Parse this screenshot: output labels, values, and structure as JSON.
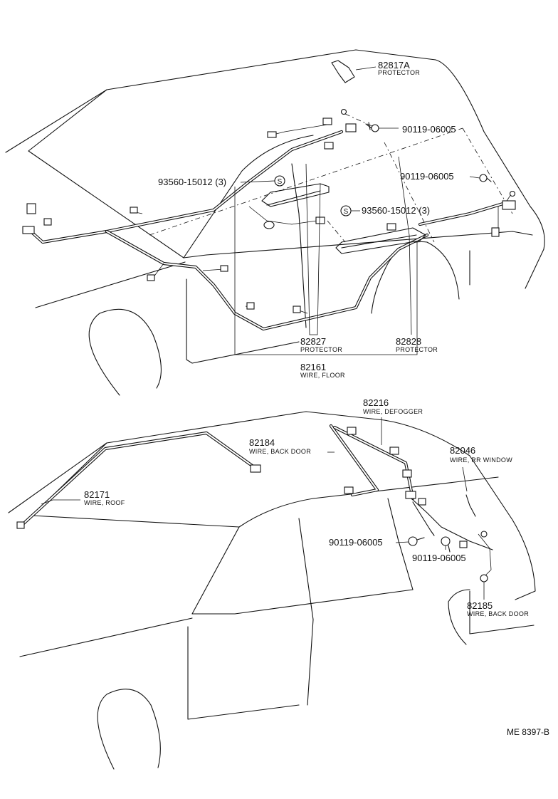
{
  "top_view": {
    "callouts": [
      {
        "id": "p82817a",
        "part_no": "82817A",
        "desc": "PROTECTOR"
      },
      {
        "id": "b1",
        "part_no": "90119-06005"
      },
      {
        "id": "b2",
        "part_no": "90119-06005"
      },
      {
        "id": "c1",
        "part_no": "93560-15012 (3)"
      },
      {
        "id": "c2",
        "part_no": "93560-15012 (3)"
      },
      {
        "id": "p82827",
        "part_no": "82827",
        "desc": "PROTECTOR"
      },
      {
        "id": "p82828",
        "part_no": "82828",
        "desc": "PROTECTOR"
      },
      {
        "id": "w82161",
        "part_no": "82161",
        "desc": "WIRE, FLOOR"
      }
    ],
    "clip_symbol": "S"
  },
  "bottom_view": {
    "callouts": [
      {
        "id": "w82216",
        "part_no": "82216",
        "desc": "WIRE, DEFOGGER"
      },
      {
        "id": "w82184",
        "part_no": "82184",
        "desc": "WIRE, BACK DOOR"
      },
      {
        "id": "w82046",
        "part_no": "82046",
        "desc": "WIRE, RR WINDOW"
      },
      {
        "id": "w82171",
        "part_no": "82171",
        "desc": "WIRE, ROOF"
      },
      {
        "id": "b3",
        "part_no": "90119-06005"
      },
      {
        "id": "b4",
        "part_no": "90119-06005"
      },
      {
        "id": "w82185",
        "part_no": "82185",
        "desc": "WIRE, BACK DOOR"
      }
    ]
  },
  "drawing_code": "ME 8397-B"
}
